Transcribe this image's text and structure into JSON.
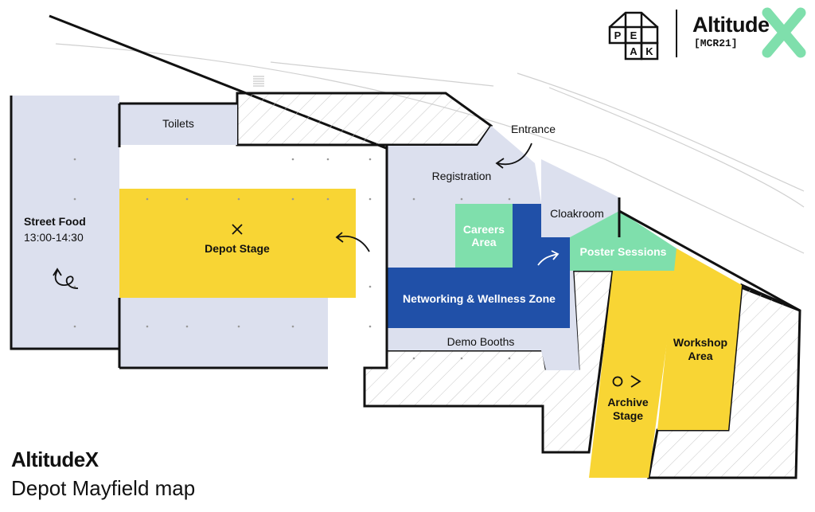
{
  "colors": {
    "area": "#dce0ee",
    "stage_yellow": "#f8d534",
    "mint": "#7fdfac",
    "networking_blue": "#2050a8",
    "outline": "#111111",
    "hatch": "#c8c8c8"
  },
  "logo": {
    "peak_letters": [
      "P",
      "E",
      "A",
      "K"
    ],
    "brand_name": "Altitude",
    "brand_suffix": "[MCR21]"
  },
  "zones": {
    "toilets": "Toilets",
    "entrance": "Entrance",
    "registration": "Registration",
    "street_food": "Street Food",
    "street_food_time": "13:00-14:30",
    "depot_stage": "Depot Stage",
    "careers": [
      "Careers",
      "Area"
    ],
    "cloakroom": "Cloakroom",
    "poster_sessions": "Poster Sessions",
    "networking": "Networking & Wellness Zone",
    "demo_booths": "Demo Booths",
    "workshop": [
      "Workshop",
      "Area"
    ],
    "archive": [
      "Archive",
      "Stage"
    ]
  },
  "footer": {
    "title": "AltitudeX",
    "subtitle": "Depot Mayfield map"
  }
}
